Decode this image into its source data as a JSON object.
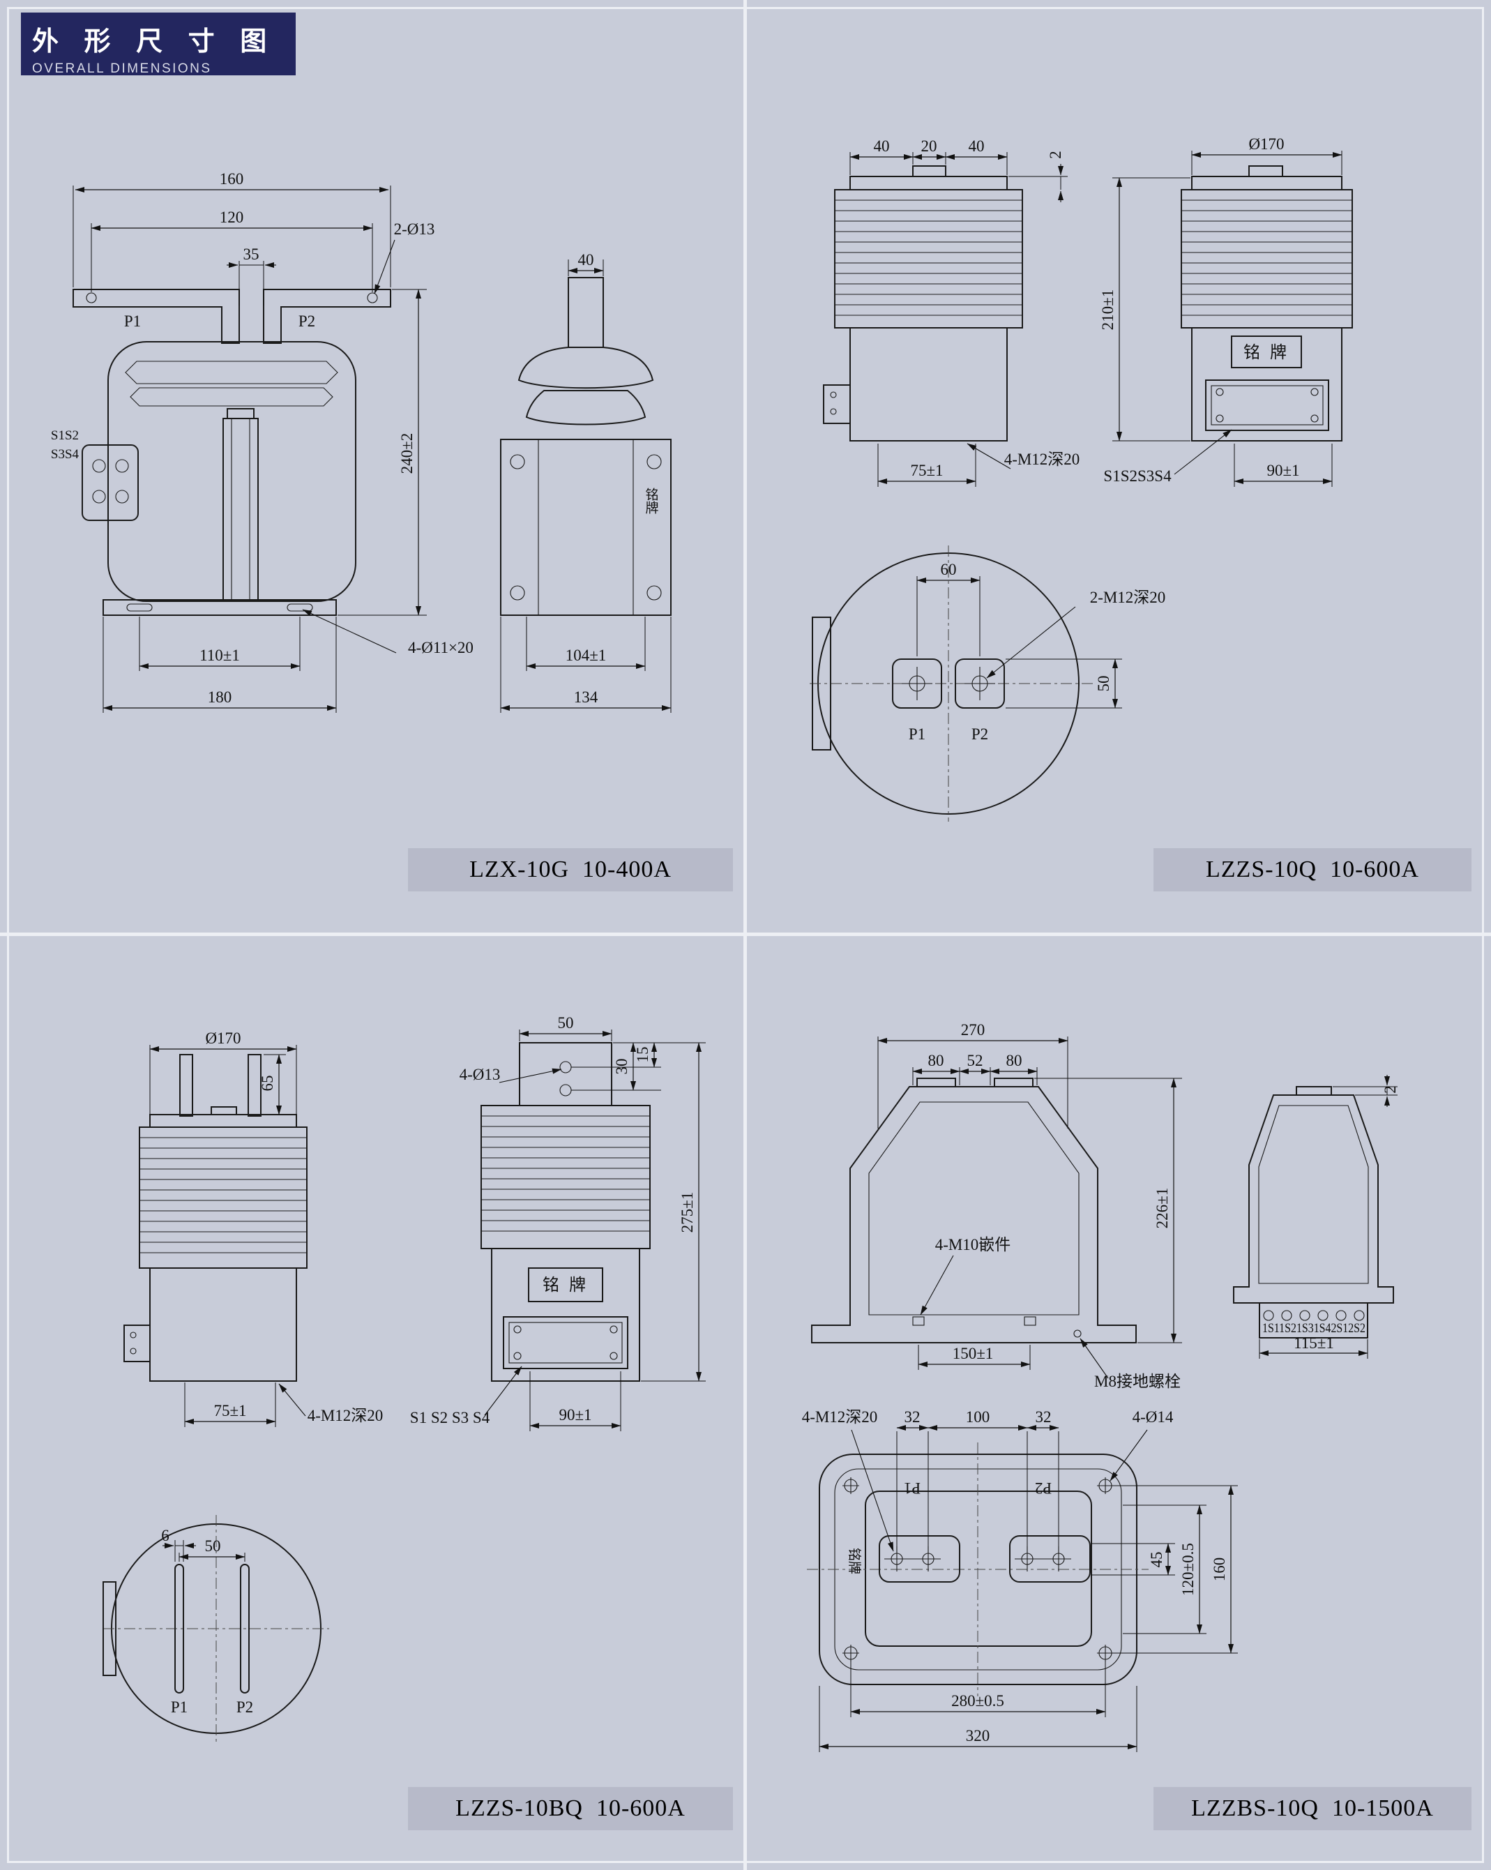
{
  "sheet": {
    "title_cn": "外 形 尺 寸 图",
    "title_en": "OVERALL DIMENSIONS",
    "colors": {
      "background": "#c8ccd9",
      "line": "#1a1a1a",
      "banner": "#23265f",
      "label_box": "#b7bac9"
    }
  },
  "q1": {
    "model": "LZX-10G  10-400A",
    "front": {
      "w_overall_top": "160",
      "w_holes": "120",
      "w_gap": "35",
      "top_holes": "2-Ø13",
      "p1": "P1",
      "p2": "P2",
      "sec_row1": "S1S2",
      "sec_row2": "S3S4",
      "height": "240±2",
      "w_slots": "110±1",
      "slots": "4-Ø11×20",
      "w_base": "180"
    },
    "side": {
      "w_stem": "40",
      "nameplate": "铭牌",
      "w_inner": "104±1",
      "w_plate": "134"
    }
  },
  "q2": {
    "model": "LZZS-10Q  10-600A",
    "side": {
      "d40a": "40",
      "d20": "20",
      "d40b": "40",
      "thk": "2",
      "w_insert": "75±1",
      "inserts": "4-M12深20",
      "sec": "S1S2S3S4"
    },
    "front": {
      "dia": "Ø170",
      "height": "210±1",
      "nameplate": "铭 牌",
      "w_box": "90±1"
    },
    "top": {
      "hole_span": "60",
      "holes": "2-M12深20",
      "boss": "50",
      "p1": "P1",
      "p2": "P2"
    }
  },
  "q3": {
    "model": "LZZS-10BQ  10-600A",
    "front": {
      "dia": "Ø170",
      "term_h": "65",
      "w_insert": "75±1",
      "inserts": "4-M12深20"
    },
    "side": {
      "w_bracket": "50",
      "holes": "4-Ø13",
      "d30": "30",
      "d15": "15",
      "height": "275±1",
      "nameplate": "铭 牌",
      "sec": "S1 S2 S3 S4",
      "w_box": "90±1"
    },
    "top": {
      "slot_w": "6",
      "slot_span": "50",
      "p1": "P1",
      "p2": "P2"
    }
  },
  "q4": {
    "model": "LZZBS-10Q  10-1500A",
    "front": {
      "w_top": "270",
      "d80a": "80",
      "d52": "52",
      "d80b": "80",
      "height": "226±1",
      "inserts": "4-M10嵌件",
      "w_insert": "150±1",
      "ground": "M8接地螺栓"
    },
    "side": {
      "thk": "2",
      "terminals": "1S11S21S31S42S12S2",
      "w_box": "115±1"
    },
    "plan": {
      "inserts": "4-M12深20",
      "d32a": "32",
      "d100": "100",
      "d32b": "32",
      "corner_holes": "4-Ø14",
      "p1": "P1",
      "p2": "P2",
      "nameplate": "铭牌",
      "d45": "45",
      "d120": "120±0.5",
      "d160": "160",
      "w_holes": "280±0.5",
      "w_overall": "320"
    }
  }
}
